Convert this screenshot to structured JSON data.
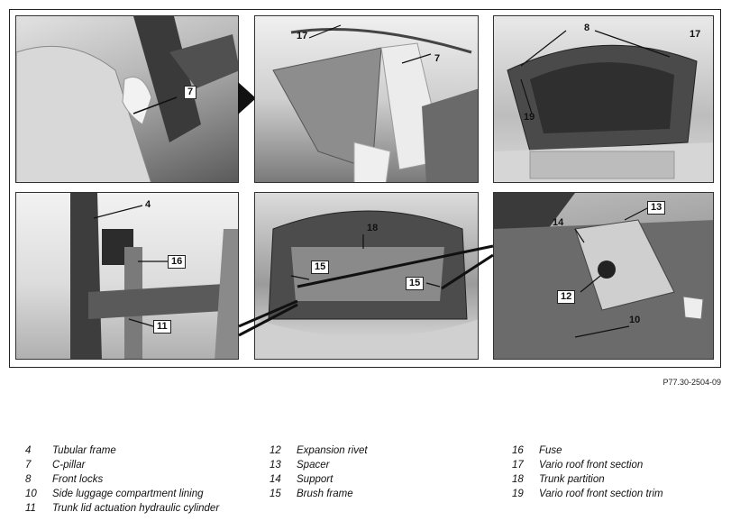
{
  "reference": "P77.30-2504-09",
  "callouts": {
    "p1": [
      "7"
    ],
    "p2": [
      "17",
      "7"
    ],
    "p3": [
      "8",
      "17",
      "19"
    ],
    "p4": [
      "4",
      "16",
      "11"
    ],
    "p5": [
      "18",
      "15",
      "15"
    ],
    "p6": [
      "13",
      "14",
      "12",
      "10"
    ]
  },
  "legend": {
    "col1": [
      {
        "num": "4",
        "label": "Tubular frame"
      },
      {
        "num": "7",
        "label": "C-pillar"
      },
      {
        "num": "8",
        "label": "Front locks"
      },
      {
        "num": "10",
        "label": "Side luggage compartment lining"
      },
      {
        "num": "11",
        "label": "Trunk lid actuation hydraulic cylinder"
      }
    ],
    "col2": [
      {
        "num": "12",
        "label": "Expansion rivet"
      },
      {
        "num": "13",
        "label": "Spacer"
      },
      {
        "num": "14",
        "label": "Support"
      },
      {
        "num": "15",
        "label": "Brush frame"
      }
    ],
    "col3": [
      {
        "num": "16",
        "label": "Fuse"
      },
      {
        "num": "17",
        "label": "Vario roof front section"
      },
      {
        "num": "18",
        "label": "Trunk partition"
      },
      {
        "num": "19",
        "label": "Vario roof front section trim"
      }
    ]
  }
}
